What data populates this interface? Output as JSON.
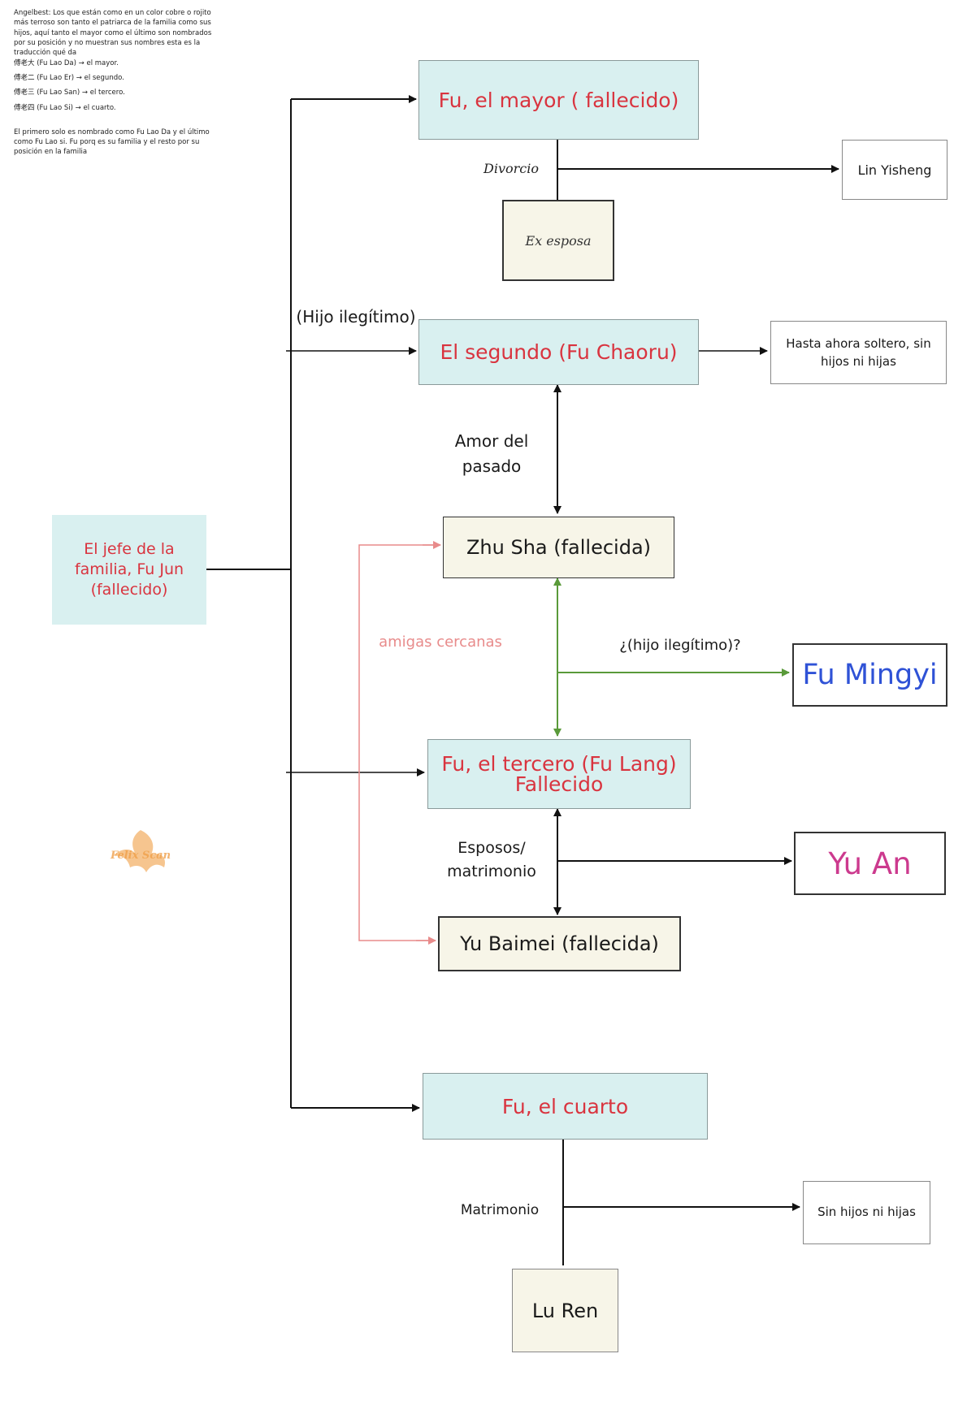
{
  "note": {
    "intro": "Angelbest: Los que están como en un color cobre o rojito más terroso son tanto el patriarca de la familia como sus hijos, aquí tanto el mayor como el último son nombrados por su posición y no muestran sus nombres esta es la traducción qué da",
    "items": [
      "傅老大 (Fu Lao Da) → el mayor.",
      "傅老二 (Fu Lao Er) → el segundo.",
      "傅老三 (Fu Lao San) → el tercero.",
      "傅老四 (Fu Lao Si) → el cuarto."
    ],
    "outro": "El primero solo es nombrado como Fu Lao Da y el último como Fu Lao si. Fu porq es su familia y el resto por su posición en la familia"
  },
  "nodes": {
    "patriarch": "El jefe de la familia, Fu Jun (fallecido)",
    "eldest": "Fu, el mayor ( fallecido)",
    "ex_wife": "Ex esposa",
    "lin": "Lin Yisheng",
    "second": "El segundo (Fu Chaoru)",
    "single": "Hasta ahora soltero, sin hijos ni hijas",
    "zhu": "Zhu Sha (fallecida)",
    "mingyi": "Fu Mingyi",
    "third_line1": "Fu, el tercero (Fu Lang)",
    "third_line2": "Fallecido",
    "yuan": "Yu An",
    "baimei": "Yu Baimei (fallecida)",
    "fourth": "Fu, el cuarto",
    "no_children": "Sin hijos ni hijas",
    "luren": "Lu Ren"
  },
  "labels": {
    "divorce": "Divorcio",
    "illegitimate_son": "(Hijo ilegítimo)",
    "past_love_1": "Amor del",
    "past_love_2": "pasado",
    "close_friends": "amigas cercanas",
    "illegitimate_q": "¿(hijo ilegítimo)?",
    "spouses_1": "Esposos/",
    "spouses_2": "matrimonio",
    "marriage": "Matrimonio"
  },
  "watermark": "Felix Scan",
  "colors": {
    "accent_red": "#d9343f",
    "blue_name": "#2f52d6",
    "pink_name": "#cc3a8e",
    "friends_pink": "#e88b8b",
    "green_line": "#5a9a3a",
    "cyan_fill": "#d9f0f0",
    "cream_fill": "#f7f5e8"
  }
}
